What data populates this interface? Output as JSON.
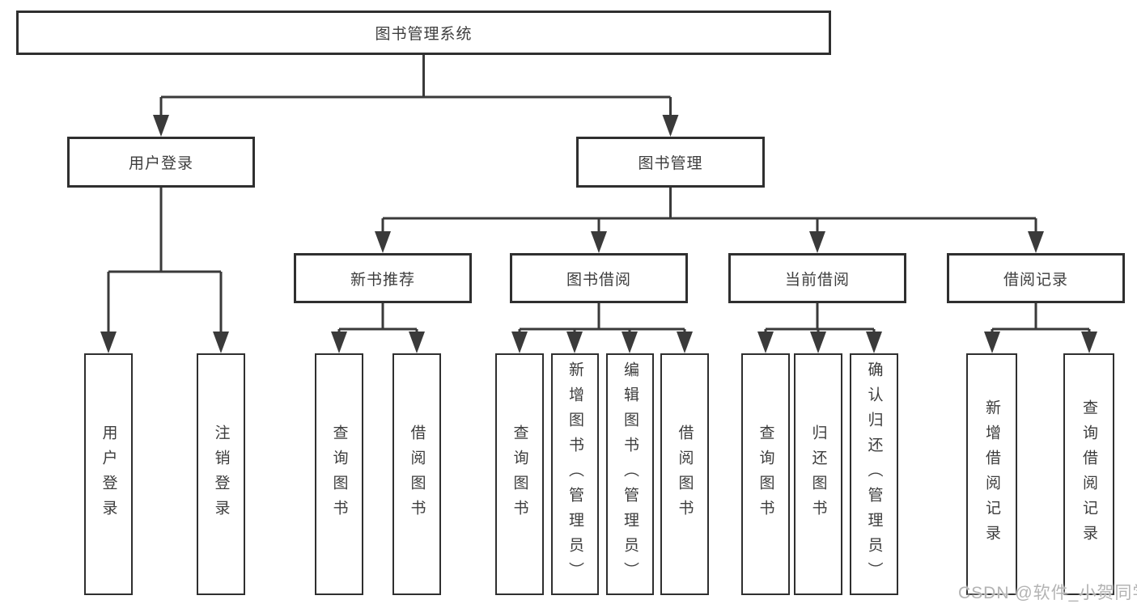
{
  "diagram": {
    "root": {
      "label": "图书管理系统"
    },
    "level2": [
      {
        "label": "用户登录"
      },
      {
        "label": "图书管理"
      }
    ],
    "level3": [
      {
        "label": "新书推荐"
      },
      {
        "label": "图书借阅"
      },
      {
        "label": "当前借阅"
      },
      {
        "label": "借阅记录"
      }
    ],
    "leaves": [
      {
        "label": "用户登录"
      },
      {
        "label": "注销登录"
      },
      {
        "label": "查询图书"
      },
      {
        "label": "借阅图书"
      },
      {
        "label": "查询图书"
      },
      {
        "label": "新增图书（管理员）"
      },
      {
        "label": "编辑图书（管理员）"
      },
      {
        "label": "借阅图书"
      },
      {
        "label": "查询图书"
      },
      {
        "label": "归还图书"
      },
      {
        "label": "确认归还（管理员）"
      },
      {
        "label": "新增借阅记录"
      },
      {
        "label": "查询借阅记录"
      }
    ]
  },
  "watermark": {
    "text": "CSDN @软件_小贺同学"
  },
  "colors": {
    "background": "#ffffff",
    "line": "#3a3a3a",
    "box_border": "#2f2f2f",
    "text": "#3d3d3d",
    "watermark": "#b3b3b3"
  }
}
